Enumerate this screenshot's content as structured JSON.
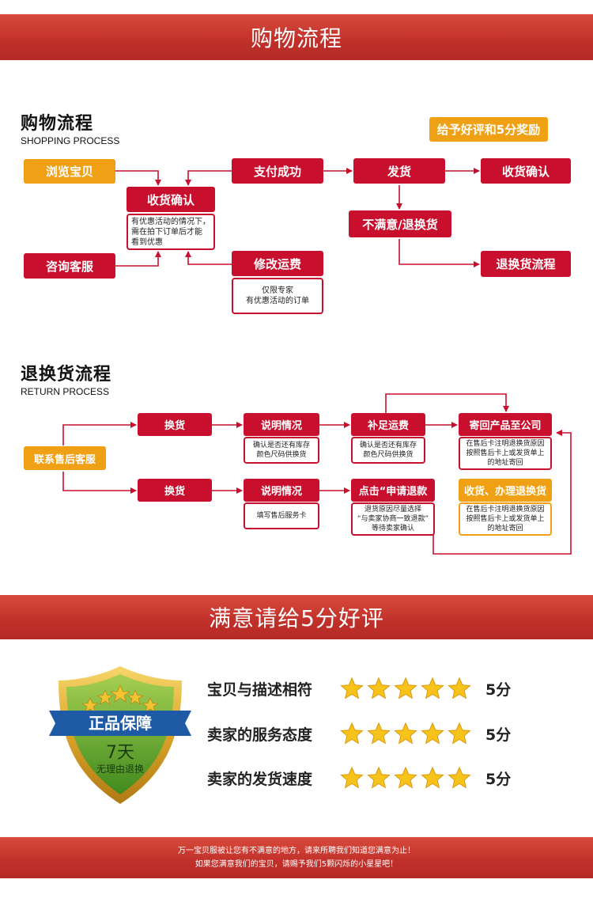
{
  "header": {
    "title": "购物流程"
  },
  "shopping": {
    "title": "购物流程",
    "subtitle": "SHOPPING PROCESS",
    "reward": "给予好评和5分奖励",
    "browse": "浏览宝贝",
    "consult": "咨询客服",
    "confirm_receipt": "收货确认",
    "confirm_note": "有优惠活动的情况下，\n需在拍下订单后才能\n看到优惠",
    "pay_success": "支付成功",
    "modify_shipping": "修改运费",
    "modify_note": "仅限专家\n有优惠活动的订单",
    "ship": "发货",
    "receive_confirm": "收货确认",
    "unsatisfied": "不满意/退换货",
    "return_flow": "退换货流程"
  },
  "returns": {
    "title": "退换货流程",
    "subtitle": "RETURN PROCESS",
    "contact": "联系售后客服",
    "exchange_top": "换货",
    "explain_top": "说明情况",
    "explain_top_note": "确认是否还有库存\n颜色尺码供换货",
    "supplement": "补足运费",
    "supplement_note": "确认是否还有库存\n颜色尺码供换货",
    "send_back": "寄回产品至公司",
    "send_back_note": "在售后卡注明退换货原因\n按照售后卡上或发货单上\n的地址寄回",
    "exchange_bottom": "换货",
    "explain_bottom": "说明情况",
    "explain_bottom_note": "填写售后服务卡",
    "apply_refund": "点击“申请退款",
    "apply_note": "退货原因尽量选择\n“与卖家协商一致退款”\n等待卖家确认",
    "receive_handle": "收货、办理退换货",
    "receive_handle_note": "在售后卡注明退换货原因\n按照售后卡上或发货单上\n的地址寄回"
  },
  "rating_banner": {
    "title": "满意请给5分好评"
  },
  "badge": {
    "main": "正品保障",
    "days": "7天",
    "sub": "无理由退换"
  },
  "ratings": [
    {
      "label": "宝贝与描述相符",
      "stars": 5,
      "score": "5分"
    },
    {
      "label": "卖家的服务态度",
      "stars": 5,
      "score": "5分"
    },
    {
      "label": "卖家的发货速度",
      "stars": 5,
      "score": "5分"
    }
  ],
  "footer": {
    "line1": "万一宝贝服被让您有不满意的地方，请来所聘我们知道您满意为止！",
    "line2": "如果您满意我们的宝贝，请赐予我们5颗闪烁的小星星吧！"
  },
  "colors": {
    "brand_red": "#c8102e",
    "orange": "#f0a014",
    "banner_red": "#c0302a"
  }
}
